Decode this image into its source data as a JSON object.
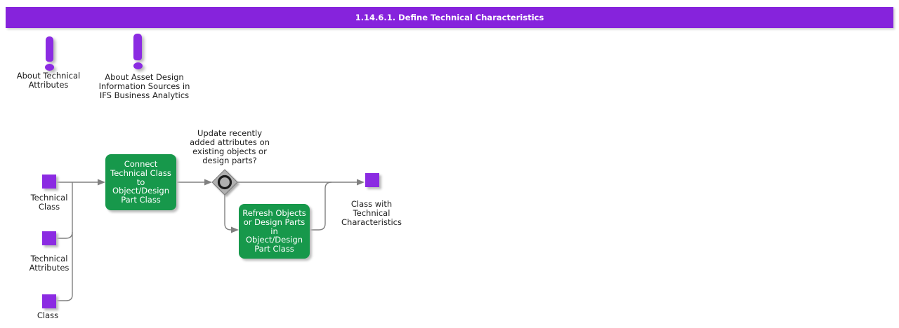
{
  "title_bar": {
    "text": "1.14.6.1. Define Technical Characteristics"
  },
  "colors": {
    "title_purple": "#8623DC",
    "artifact_purple": "#8B2BE2",
    "activity_green": "#17984B",
    "connector_gray": "#808080",
    "diamond_gray": "#B0B0B0"
  },
  "notes": [
    {
      "label": "About Technical\nAttributes"
    },
    {
      "label": "About Asset Design\nInformation Sources in\nIFS Business Analytics"
    }
  ],
  "inputs": [
    {
      "label": "Technical\nClass"
    },
    {
      "label": "Technical\nAttributes"
    },
    {
      "label": "Class"
    }
  ],
  "output": {
    "label": "Class with\nTechnical\nCharacteristics"
  },
  "activities": [
    {
      "label": "Connect\nTechnical Class\nto\nObject/Design\nPart Class"
    },
    {
      "label": "Refresh Objects\nor Design Parts\nin\nObject/Design\nPart Class"
    }
  ],
  "decision": {
    "question": "Update recently\nadded attributes on\nexisting objects or\ndesign parts?"
  }
}
